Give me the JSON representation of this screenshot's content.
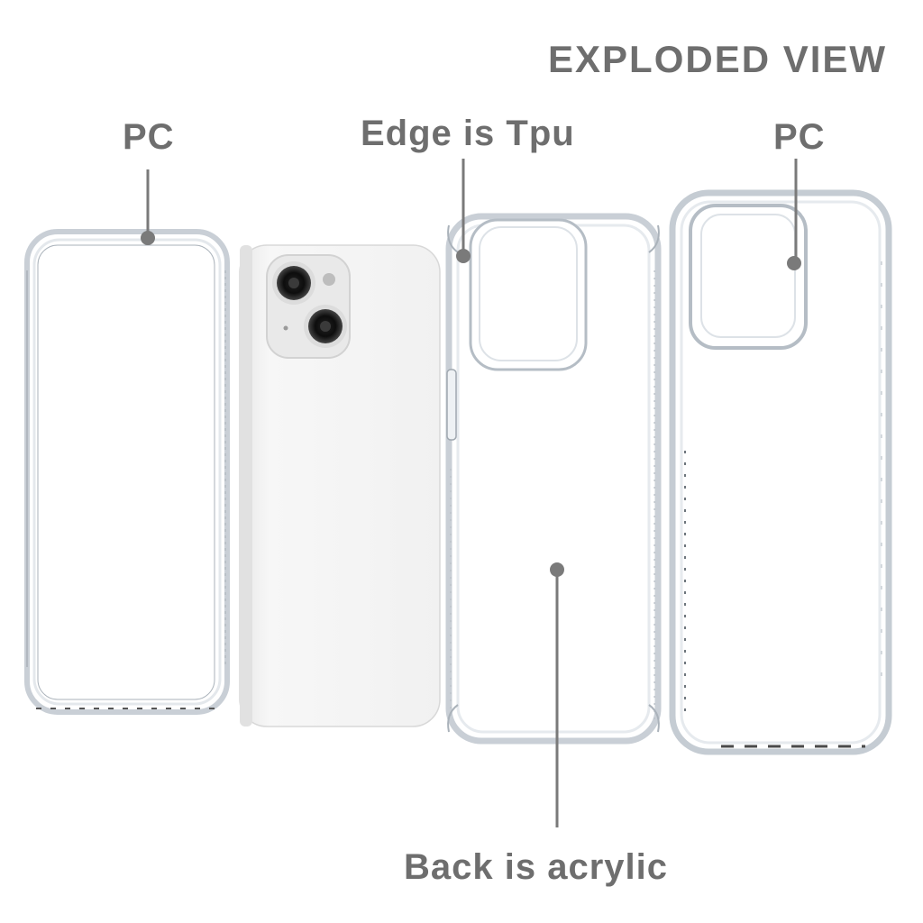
{
  "diagram": {
    "title": "EXPLODED VIEW",
    "labels": {
      "pc_left": "PC",
      "edge": "Edge is Tpu",
      "pc_right": "PC",
      "back": "Back is acrylic"
    },
    "colors": {
      "label": "#6e6e6e",
      "leader": "#7a7a7a",
      "case_edge": "#c9cfd6",
      "phone_body": "#f2f2f2"
    }
  }
}
